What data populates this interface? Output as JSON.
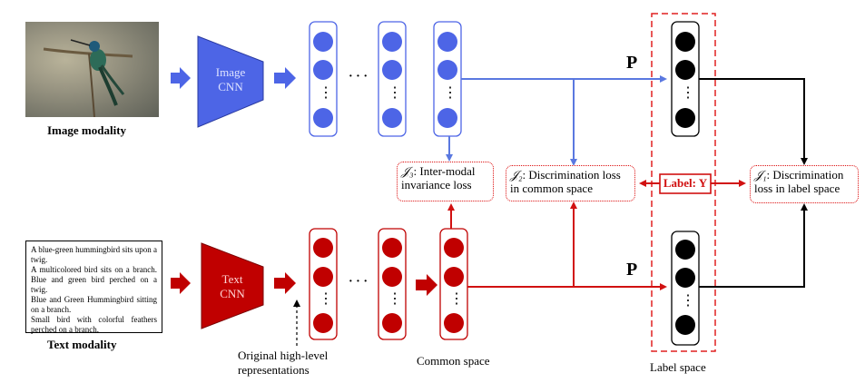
{
  "image_branch": {
    "modality_label": "Image modality",
    "cnn_line1": "Image",
    "cnn_line2": "CNN"
  },
  "text_branch": {
    "modality_label": "Text modality",
    "cnn_line1": "Text",
    "cnn_line2": "CNN",
    "captions": [
      "A blue-green hummingbird sits upon a twig.",
      "A multicolored bird sits on a branch. Blue and green bird perched on a twig.",
      "Blue and Green Hummingbird sitting on a branch.",
      "Small bird with colorful feathers perched on a branch."
    ]
  },
  "labels": {
    "projection_top": "P",
    "projection_bottom": "P",
    "label_y": "Label: Y",
    "original_line1": "Original high-level",
    "original_line2": "representations",
    "common_space": "Common space",
    "label_space": "Label space",
    "ellipsis": "· · ·",
    "vdots": "⋮"
  },
  "losses": {
    "j3_symbol": "𝒥₃",
    "j3_line1": ": Inter-modal",
    "j3_line2": "invariance loss",
    "j2_symbol": "𝒥₂",
    "j2_line1": ": Discrimination loss",
    "j2_line2": "in common space",
    "j1_symbol": "𝒥₁",
    "j1_line1": ": Discrimination",
    "j1_line2": "loss in label space"
  },
  "colors": {
    "image_blue": "#4d65e6",
    "image_arrow": "#5a78e0",
    "text_red": "#c00000",
    "loss_red": "#d11111",
    "black": "#000000"
  }
}
